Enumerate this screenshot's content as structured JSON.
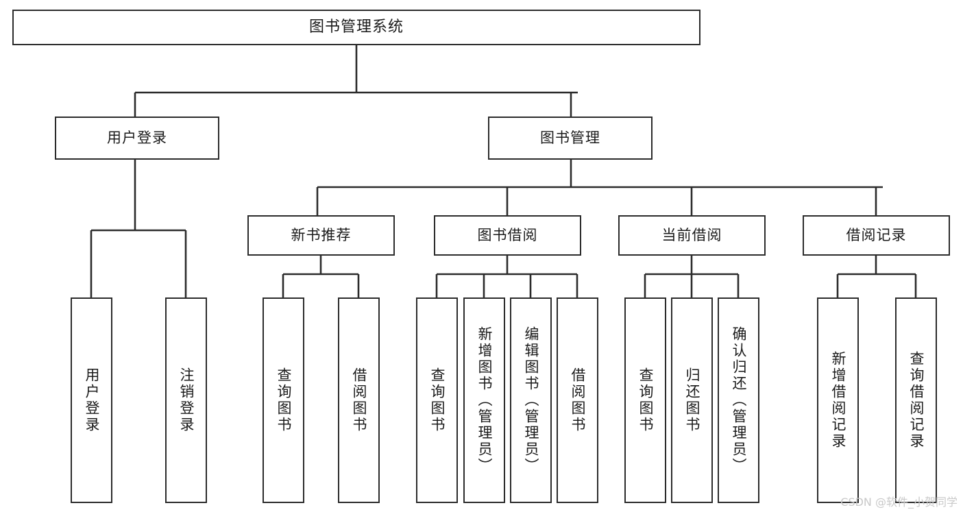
{
  "diagram": {
    "type": "tree-hierarchy",
    "title": "图书管理系统",
    "watermark": "CSDN @软件_小贺同学",
    "colors": {
      "stroke": "#2b2b2b",
      "fill": "#ffffff",
      "text": "#1a1a1a",
      "watermark": "#c9c9c9"
    },
    "nodes": {
      "root": {
        "label": "图书管理系统",
        "orientation": "horizontal"
      },
      "level2": [
        {
          "id": "user-login",
          "label": "用户登录",
          "orientation": "horizontal"
        },
        {
          "id": "book-manage",
          "label": "图书管理",
          "orientation": "horizontal"
        }
      ],
      "level3": [
        {
          "id": "new-book-rec",
          "label": "新书推荐",
          "orientation": "horizontal"
        },
        {
          "id": "book-borrow",
          "label": "图书借阅",
          "orientation": "horizontal"
        },
        {
          "id": "current-borrow",
          "label": "当前借阅",
          "orientation": "horizontal"
        },
        {
          "id": "borrow-record",
          "label": "借阅记录",
          "orientation": "horizontal"
        }
      ],
      "leaves": [
        {
          "id": "leaf-user-login",
          "label": "用户登录",
          "parent": "user-login",
          "orientation": "vertical"
        },
        {
          "id": "leaf-user-logout",
          "label": "注销登录",
          "parent": "user-login",
          "orientation": "vertical"
        },
        {
          "id": "leaf-query-book-1",
          "label": "查询图书",
          "parent": "new-book-rec",
          "orientation": "vertical"
        },
        {
          "id": "leaf-borrow-book-1",
          "label": "借阅图书",
          "parent": "new-book-rec",
          "orientation": "vertical"
        },
        {
          "id": "leaf-query-book-2",
          "label": "查询图书",
          "parent": "book-borrow",
          "orientation": "vertical"
        },
        {
          "id": "leaf-add-book",
          "label": "新增图书（管理员）",
          "parent": "book-borrow",
          "orientation": "vertical"
        },
        {
          "id": "leaf-edit-book",
          "label": "编辑图书（管理员）",
          "parent": "book-borrow",
          "orientation": "vertical"
        },
        {
          "id": "leaf-borrow-book-2",
          "label": "借阅图书",
          "parent": "book-borrow",
          "orientation": "vertical"
        },
        {
          "id": "leaf-query-book-3",
          "label": "查询图书",
          "parent": "current-borrow",
          "orientation": "vertical"
        },
        {
          "id": "leaf-return-book",
          "label": "归还图书",
          "parent": "current-borrow",
          "orientation": "vertical"
        },
        {
          "id": "leaf-confirm-return",
          "label": "确认归还（管理员）",
          "parent": "current-borrow",
          "orientation": "vertical"
        },
        {
          "id": "leaf-add-record",
          "label": "新增借阅记录",
          "parent": "borrow-record",
          "orientation": "vertical"
        },
        {
          "id": "leaf-query-record",
          "label": "查询借阅记录",
          "parent": "borrow-record",
          "orientation": "vertical"
        }
      ]
    }
  }
}
